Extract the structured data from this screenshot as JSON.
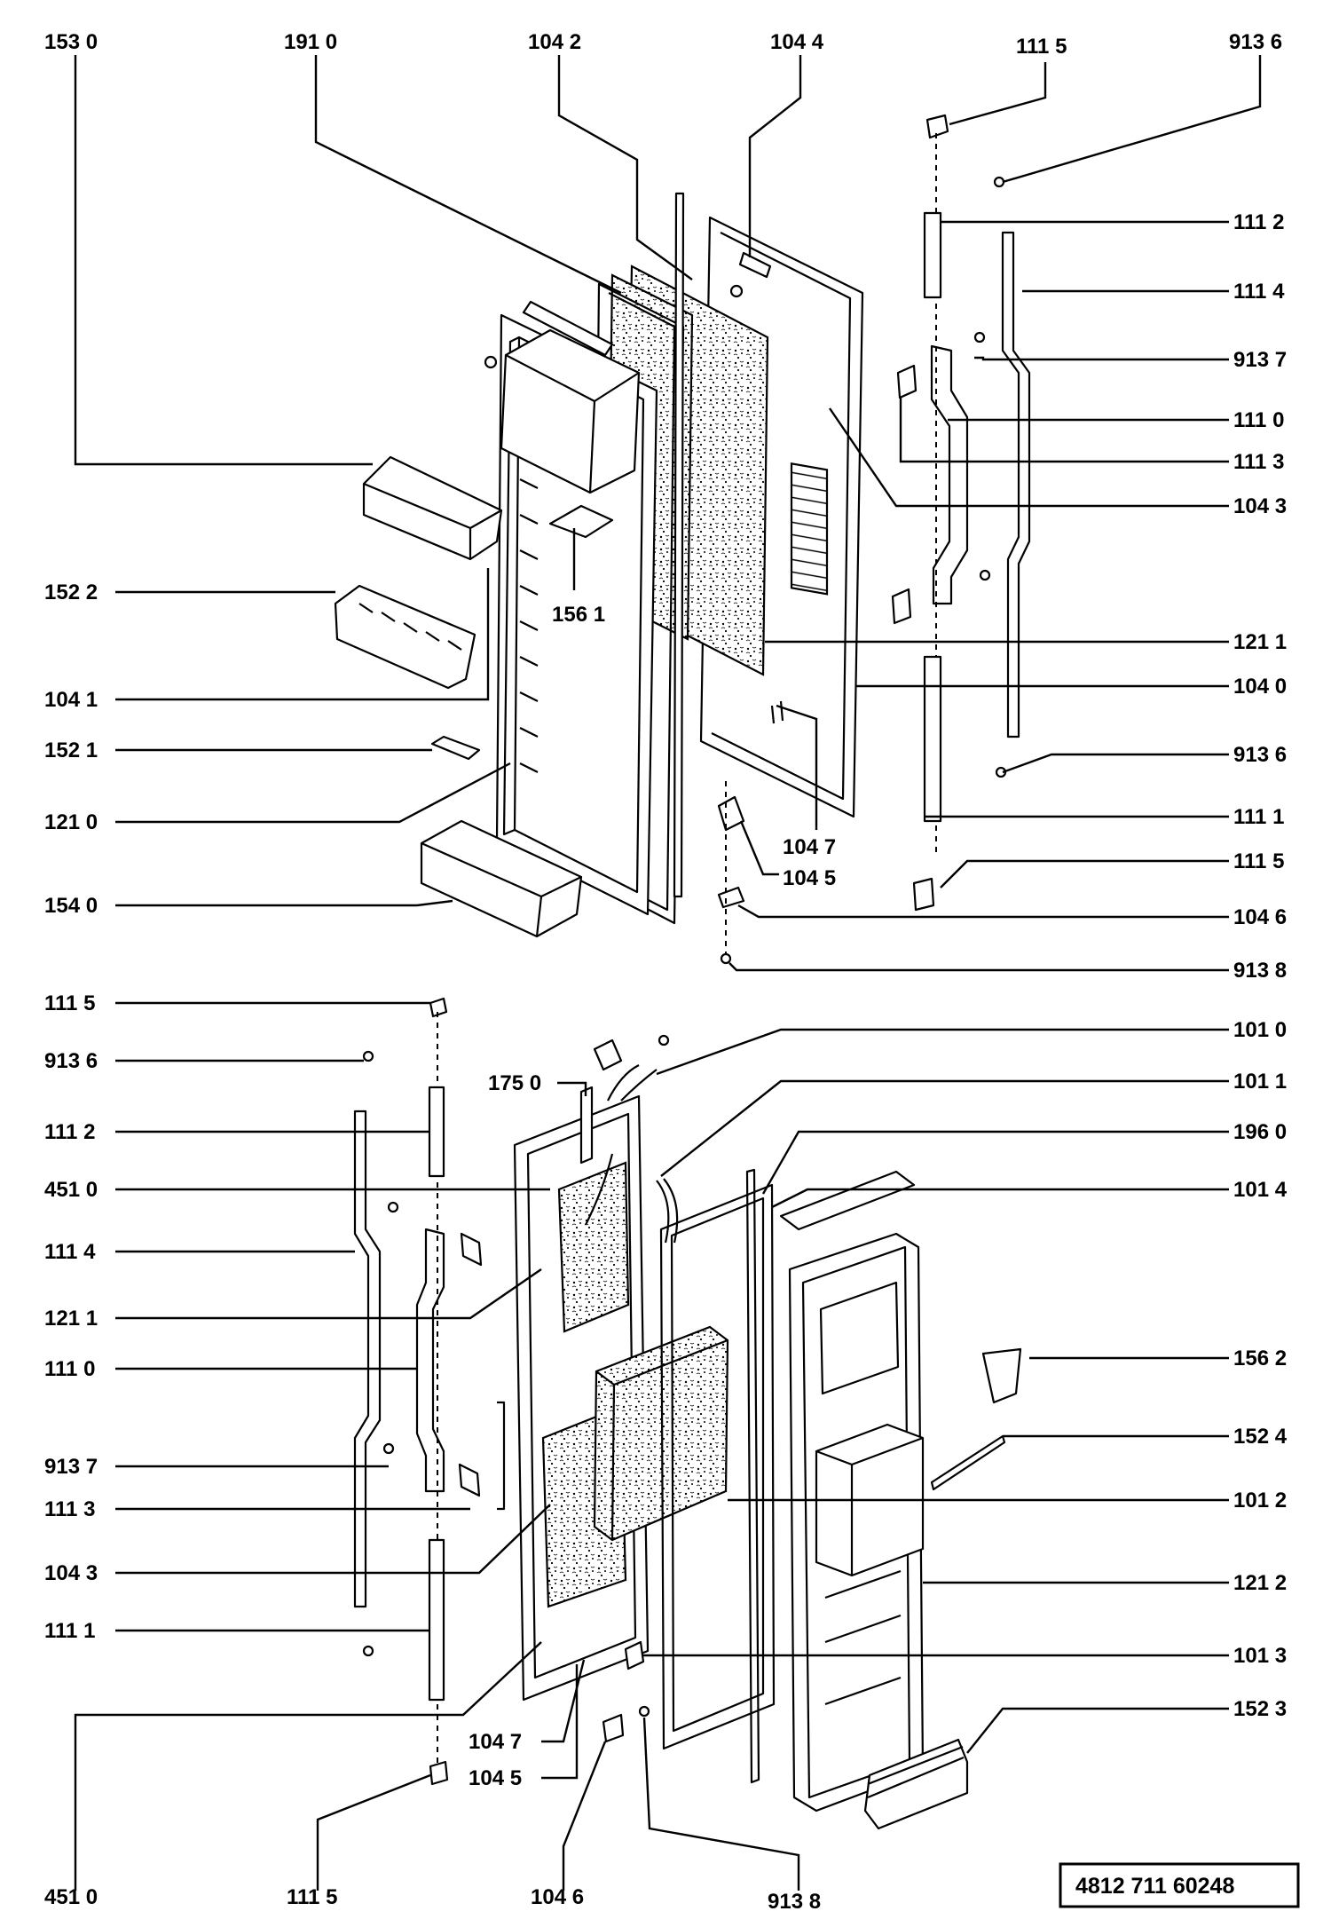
{
  "document_number": "4812 711 60248",
  "labels": {
    "top_1530": "153 0",
    "top_1910": "191 0",
    "top_1042": "104 2",
    "top_1044": "104 4",
    "top_1115": "111 5",
    "top_9136": "913 6",
    "r_1112": "111 2",
    "r_1114": "111 4",
    "r_9137": "913 7",
    "r_1110": "111 0",
    "r_1113": "111 3",
    "r_1043": "104 3",
    "r_1211": "121 1",
    "r_1040": "104 0",
    "r_9136b": "913 6",
    "r_1111": "111 1",
    "r_1115b": "111 5",
    "r_1046": "104 6",
    "r_9138": "913 8",
    "l_1522": "152 2",
    "l_1041": "104 1",
    "l_1521": "152 1",
    "l_1210": "121 0",
    "l_1540": "154 0",
    "c_1561": "156 1",
    "c_1047": "104 7",
    "c_1045": "104 5",
    "bl_1115": "111 5",
    "bl_9136": "913 6",
    "bl_1112": "111 2",
    "bl_4510": "451 0",
    "bl_1114": "111 4",
    "bl_1211": "121 1",
    "bl_1110": "111 0",
    "bl_9137": "913 7",
    "bl_1113": "111 3",
    "bl_1043": "104 3",
    "bl_1111": "111 1",
    "bc_1750": "175 0",
    "br_1010": "101 0",
    "br_1011": "101 1",
    "br_1960": "196 0",
    "br_1014": "101 4",
    "br_1562": "156 2",
    "br_1524": "152 4",
    "br_1012": "101 2",
    "br_1212": "121 2",
    "br_1013": "101 3",
    "br_1523": "152 3",
    "bc_1047": "104 7",
    "bc_1045": "104 5",
    "b_4510": "451 0",
    "b_1115": "111 5",
    "b_1046": "104 6",
    "b_9138": "913 8"
  }
}
